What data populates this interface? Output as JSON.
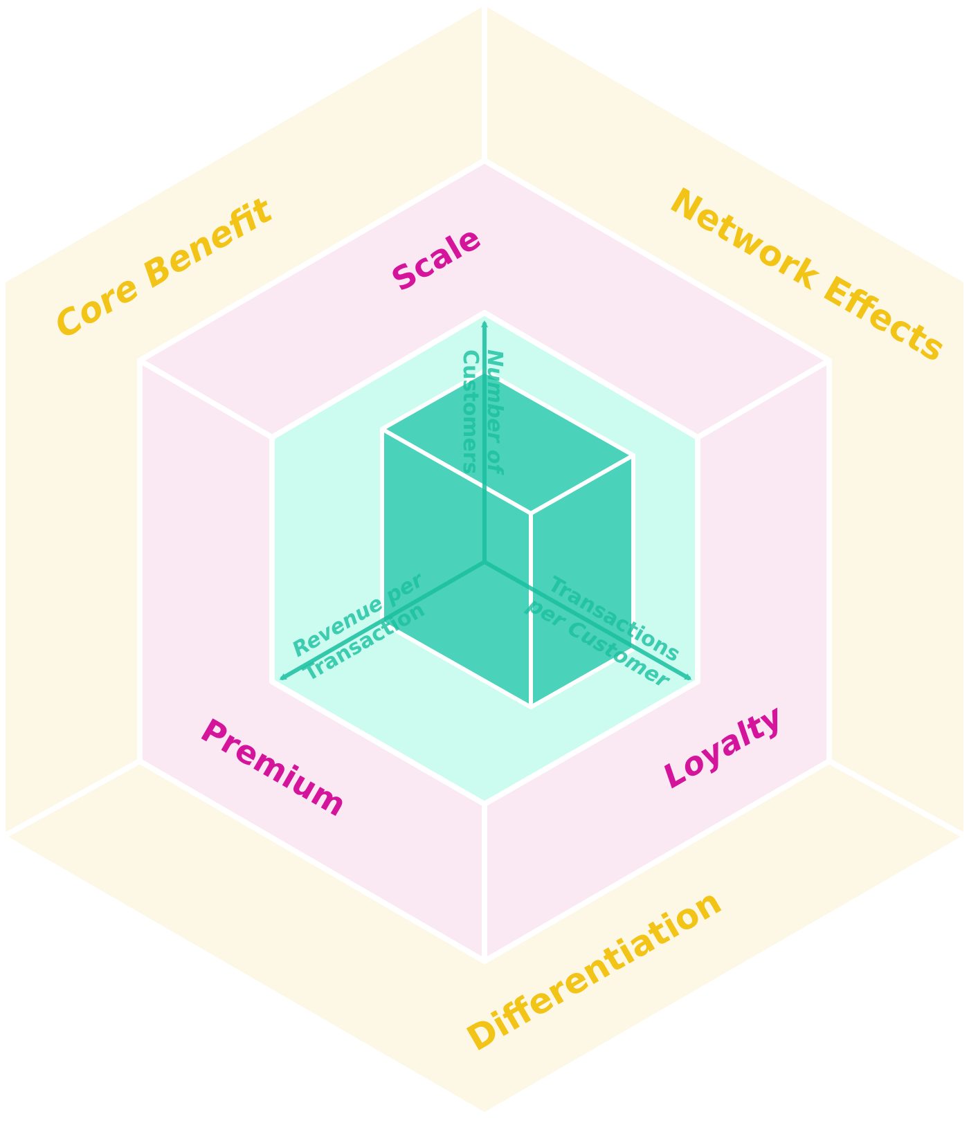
{
  "outer_ring": {
    "labels": {
      "core_benefit": "Core Benefit",
      "network_effects": "Network Effects",
      "differentiation": "Differentiation"
    }
  },
  "middle_ring": {
    "labels": {
      "scale": "Scale",
      "premium": "Premium",
      "loyalty": "Loyalty"
    }
  },
  "axes": {
    "vertical": {
      "line1": "Number of",
      "line2": "Customers"
    },
    "left": {
      "line1": "Revenue per",
      "line2": "Transaction"
    },
    "right": {
      "line1": "Transactions",
      "line2": "per Customer"
    }
  },
  "colors": {
    "outer_fill": "#FDF8E6",
    "outer_text": "#F2C418",
    "middle_fill": "#FAE8F3",
    "middle_text": "#D4159C",
    "inner_fill": "#CCFCF0",
    "cube_fill": "#4AD2BA",
    "axis": "#19C09F",
    "divider": "#FFFFFF"
  }
}
